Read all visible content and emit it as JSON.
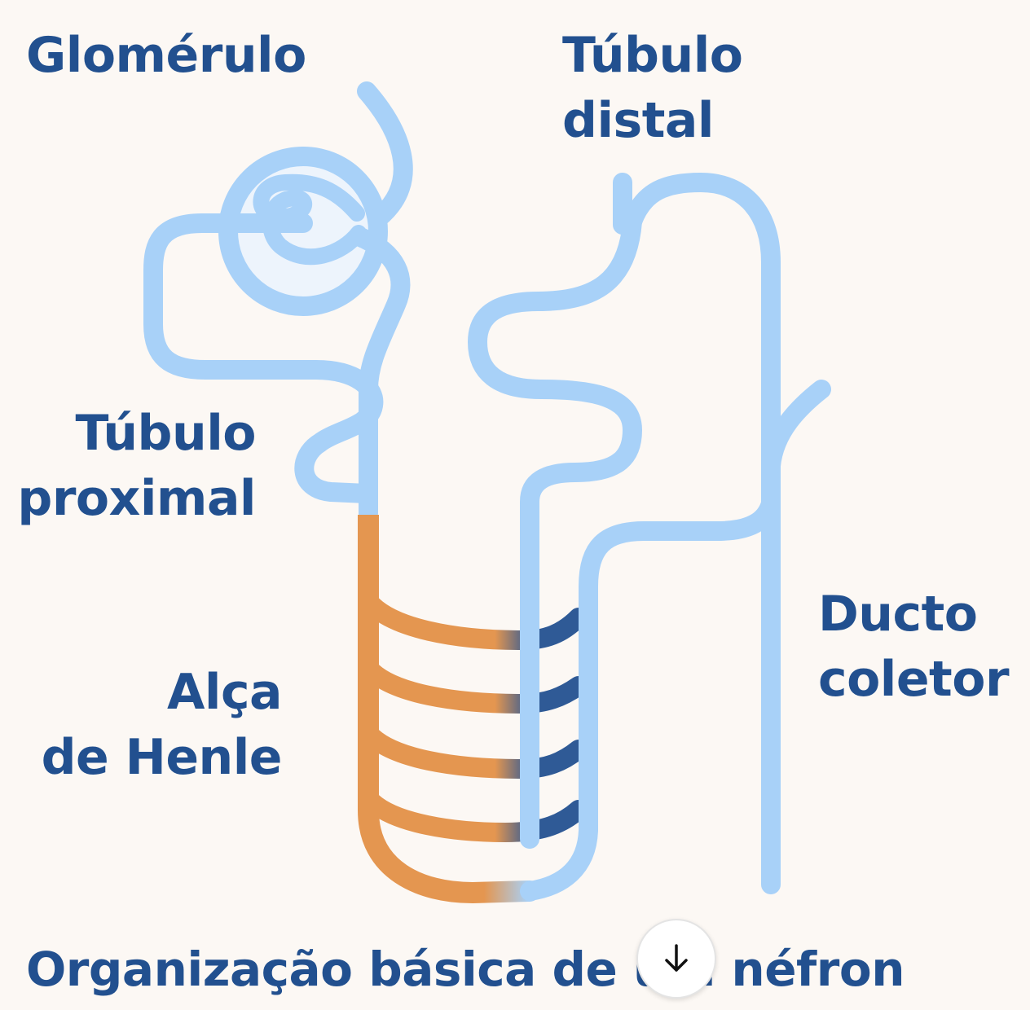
{
  "labels": {
    "glomerulo": "Glomérulo",
    "tubulo_distal": [
      "Túbulo",
      "distal"
    ],
    "tubulo_proximal": [
      "Túbulo",
      "proximal"
    ],
    "alca_de_henle": [
      "Alça",
      "de Henle"
    ],
    "ducto_coletor": [
      "Ducto",
      "coletor"
    ]
  },
  "title": "Organização básica de um néfron",
  "colors": {
    "background": "#fcf8f4",
    "text": "#22508f",
    "tubule_light": "#a8d1f8",
    "loop_orange": "#e49650",
    "loop_dark_blue": "#2f5a96"
  },
  "scroll_button": {
    "icon": "arrow-down-icon"
  }
}
